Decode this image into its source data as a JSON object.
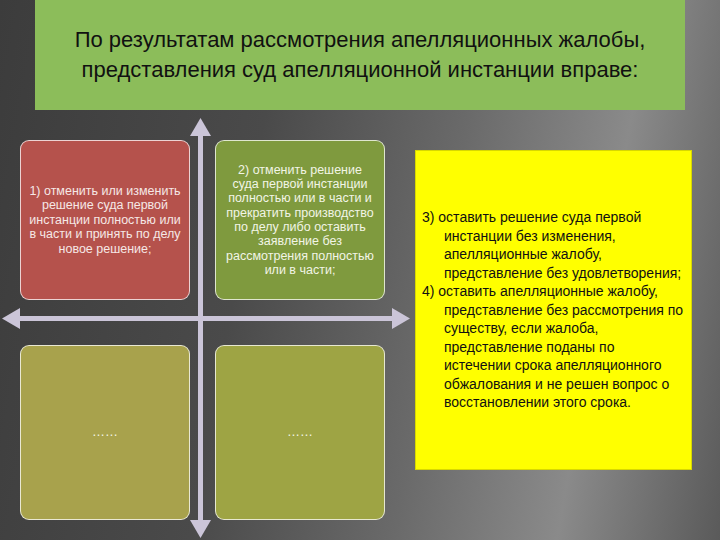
{
  "diagram": {
    "title": "По результатам рассмотрения апелляционных жалобы, представления суд апелляционной инстанции вправе:",
    "nodes": [
      {
        "text": [
          "1) отменить или изменить решение суда первой инстанции полностью или в части и принять по делу новое решение;"
        ]
      },
      {
        "text": [
          "2) отменить решение суда первой инстанции полностью или в части и прекратить производство по делу либо оставить заявление без рассмотрения полностью или в части;"
        ]
      },
      {
        "text": [
          "3) оставить решение суда первой инстанции без изменения, апелляционные жалобу, представление без удовлетворения;",
          "4) оставить апелляционные жалобу, представление без рассмотрения по существу, если жалоба, представление поданы по истечении срока апелляционного обжалования и не решен вопрос о восстановлении этого срока."
        ]
      },
      {
        "text": [
          "……"
        ]
      },
      {
        "text": [
          "……"
        ]
      }
    ]
  }
}
